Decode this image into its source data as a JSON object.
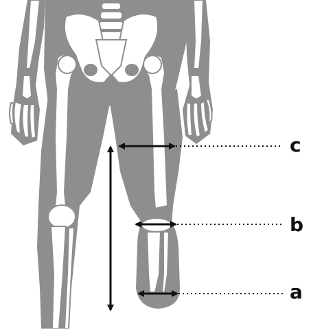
{
  "diagram": {
    "labels": {
      "c": "c",
      "b": "b",
      "a": "a"
    }
  },
  "colors": {
    "body_silhouette": "#8e8e8e",
    "bone": "#ffffff",
    "bone_outline": "#8e8e8e",
    "line": "#111111",
    "background": "#ffffff"
  },
  "icons": [
    "skeleton-lower-body-figure",
    "double-headed-arrow",
    "dotted-leader-line"
  ]
}
